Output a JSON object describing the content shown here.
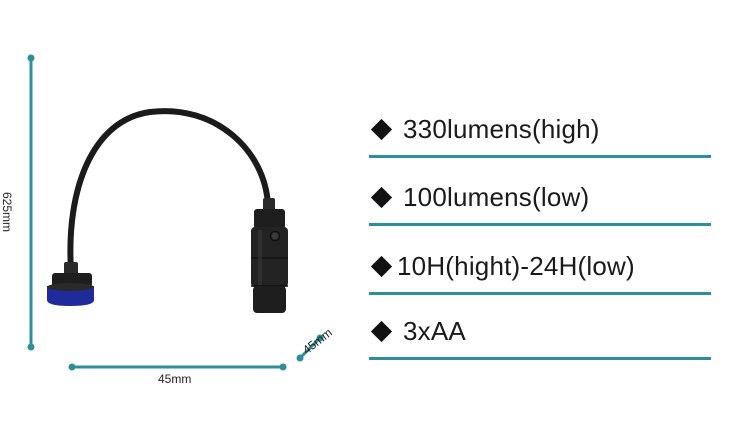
{
  "dimensions": {
    "height_label": "625mm",
    "width_label": "45mm",
    "depth_label": "45mm"
  },
  "specs": [
    {
      "text": "330lumens(high)"
    },
    {
      "text": "100lumens(low)"
    },
    {
      "text": "10H(hight)-24H(low)"
    },
    {
      "text": "3xAA"
    }
  ],
  "colors": {
    "accent_teal": "#2c8f9a",
    "cap_blue": "#1f2a9c",
    "body_black": "#1b1b1b"
  }
}
